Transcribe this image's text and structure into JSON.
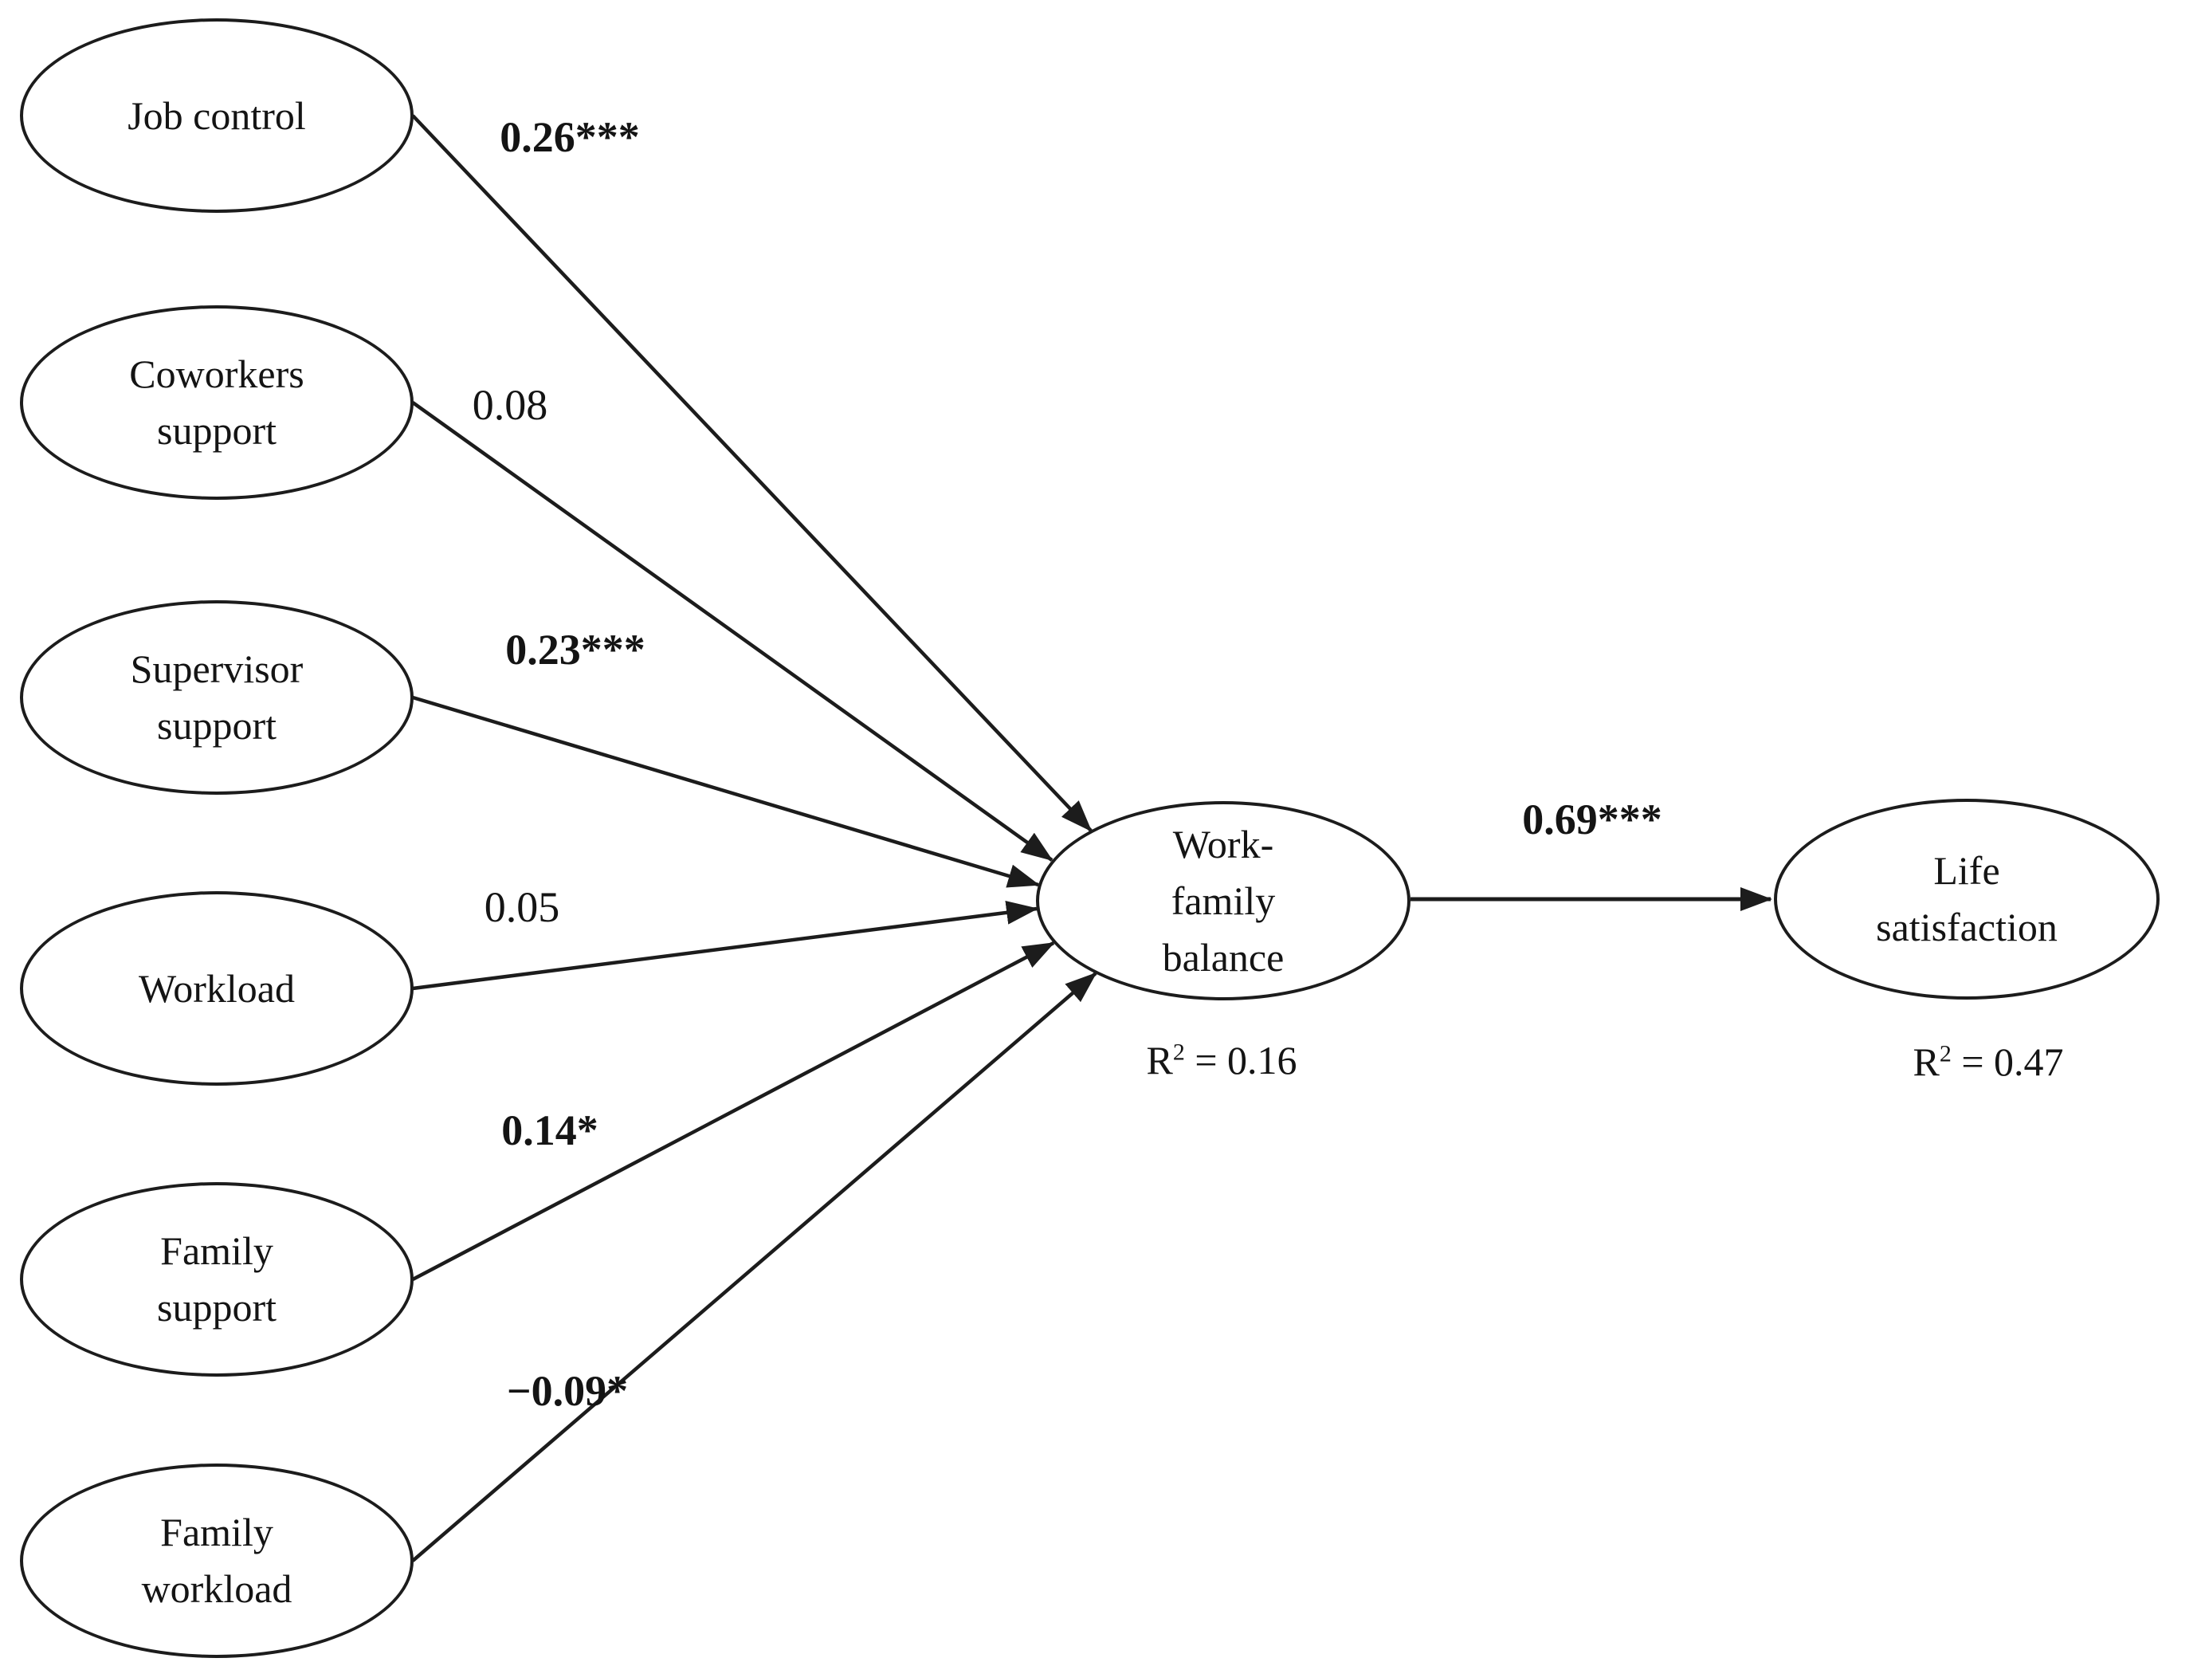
{
  "figure": {
    "background": "#ffffff",
    "ink_color": "#1c1c1c",
    "type": "sem-path-diagram"
  },
  "nodes": {
    "job_control": {
      "label": "Job control"
    },
    "coworkers_support": {
      "label": "Coworkers\nsupport"
    },
    "supervisor_support": {
      "label": "Supervisor\nsupport"
    },
    "workload": {
      "label": "Workload"
    },
    "family_support": {
      "label": "Family\nsupport"
    },
    "family_workload": {
      "label": "Family\nworkload"
    },
    "work_family_balance": {
      "label": "Work-\nfamily\nbalance",
      "r2_base": "R",
      "r2_sup": "2",
      "r2_eq": " = 0.16"
    },
    "life_satisfaction": {
      "label": "Life\nsatisfaction",
      "r2_base": "R",
      "r2_sup": "2",
      "r2_eq": " = 0.47"
    }
  },
  "coefficients": {
    "job_control_to_wfb": "0.26***",
    "coworkers_support_to_wfb": "0.08",
    "supervisor_support_to_wfb": "0.23***",
    "workload_to_wfb": "0.05",
    "family_support_to_wfb": "0.14*",
    "family_workload_to_wfb": "−0.09*",
    "wfb_to_life_satisfaction": "0.69***"
  }
}
